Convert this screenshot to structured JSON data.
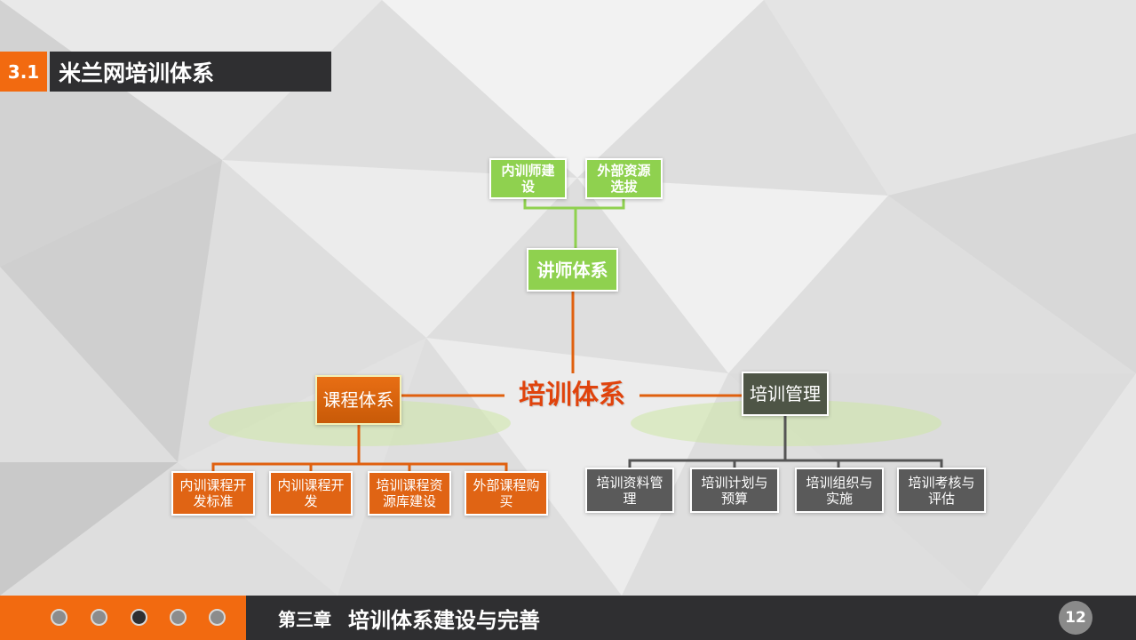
{
  "header": {
    "section_number": "3.1",
    "section_title": "米兰网培训体系"
  },
  "diagram": {
    "center": "培训体系",
    "lecturer": {
      "label": "讲师体系",
      "children": [
        [
          "内训师建",
          "设"
        ],
        [
          "外部资源",
          "选拔"
        ]
      ]
    },
    "course": {
      "label": "课程体系",
      "children": [
        [
          "内训课程开",
          "发标准"
        ],
        [
          "内训课程开",
          "发"
        ],
        [
          "培训课程资",
          "源库建设"
        ],
        [
          "外部课程购",
          "买"
        ]
      ]
    },
    "management": {
      "label": "培训管理",
      "children": [
        [
          "培训资料管",
          "理"
        ],
        [
          "培训计划与",
          "预算"
        ],
        [
          "培训组织与",
          "实施"
        ],
        [
          "培训考核与",
          "评估"
        ]
      ]
    },
    "colors": {
      "green": "#8fd14f",
      "orange": "#e06414",
      "gray": "#5a5a5a",
      "connector_orange": "#e0600e",
      "connector_gray": "#555555"
    }
  },
  "footer": {
    "chapter": "第三章",
    "chapter_title": "培训体系建设与完善",
    "page_number": "12",
    "nav_dots": 5,
    "active_dot": 3
  }
}
